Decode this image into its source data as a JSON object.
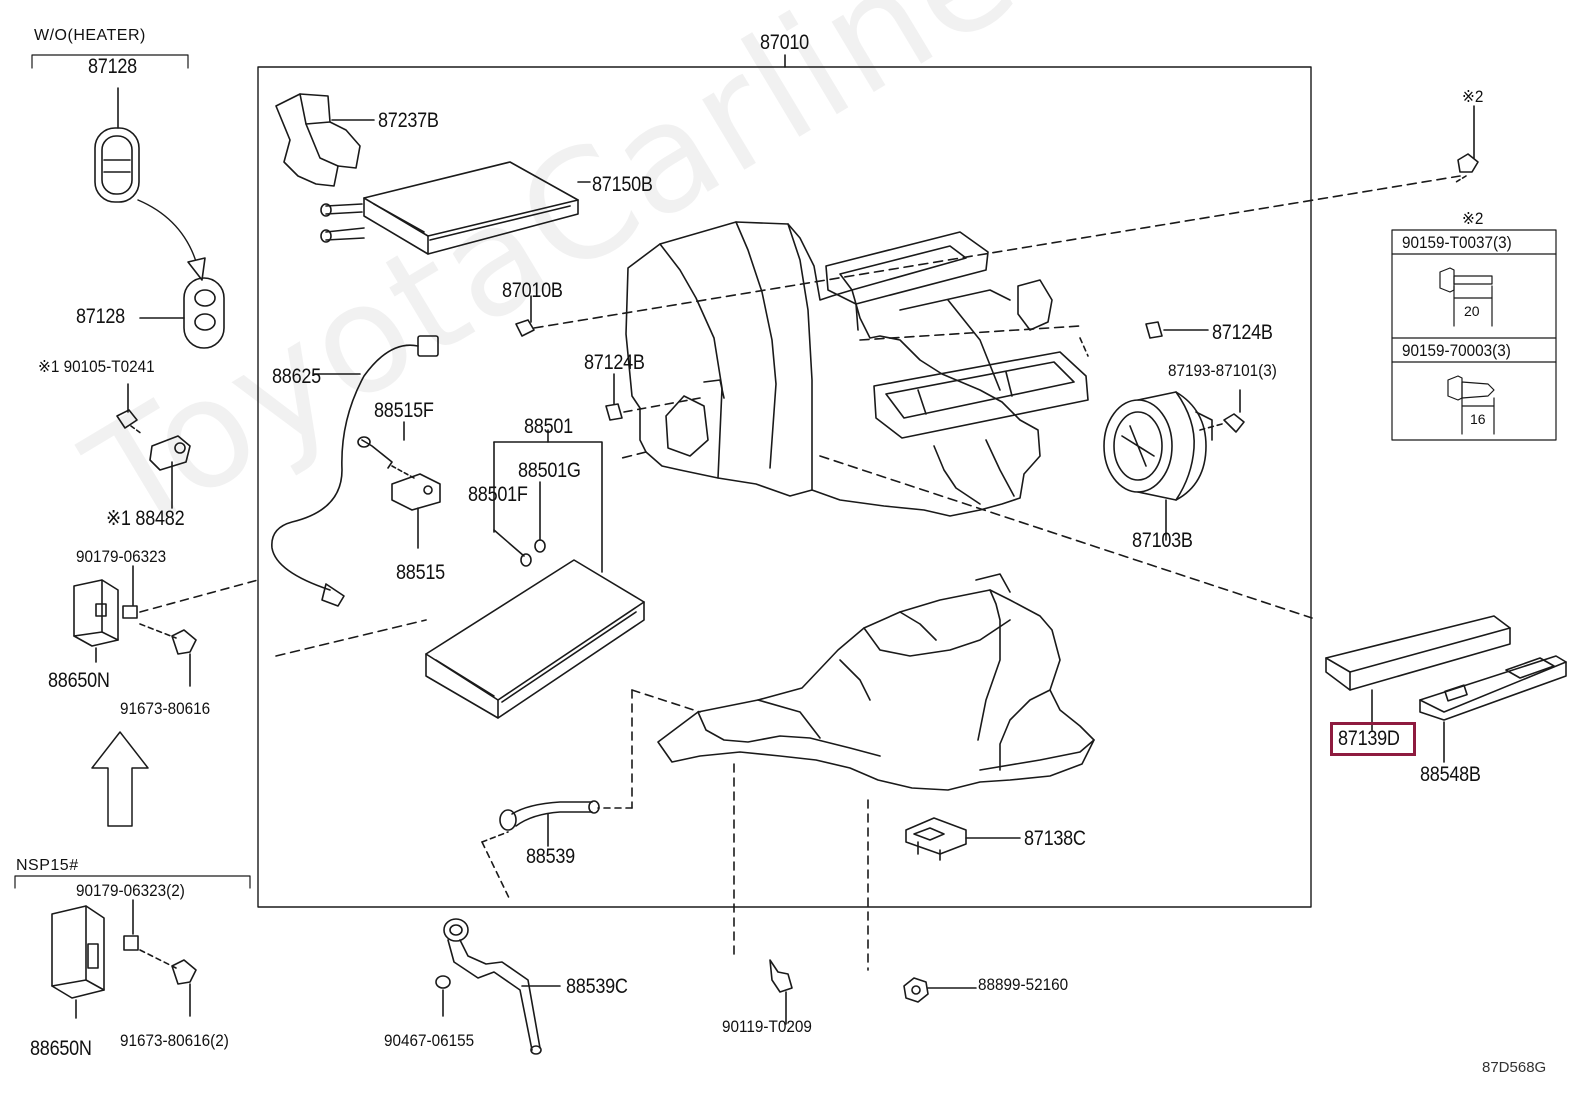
{
  "diagram_code": "87D568G",
  "watermark": "ToyotaCarline.ru",
  "groups": {
    "wo_heater": "W/O(HEATER)",
    "nsp15": "NSP15#",
    "assembly": "87010"
  },
  "labels": {
    "p87128_top": "87128",
    "p87128_mid": "87128",
    "p90105": "※1 90105-T0241",
    "p88482": "※1  88482",
    "p90179_a": "90179-06323",
    "p88650n_a": "88650N",
    "p91673_a": "91673-80616",
    "p90179_b": "90179-06323(2)",
    "p88650n_b": "88650N",
    "p91673_b": "91673-80616(2)",
    "p87237b": "87237B",
    "p87150b": "87150B",
    "p87010b": "87010B",
    "p88625": "88625",
    "p88515f": "88515F",
    "p88515": "88515",
    "p88501": "88501",
    "p88501g": "88501G",
    "p88501f": "88501F",
    "p87124b_a": "87124B",
    "p87124b_b": "87124B",
    "p87193": "87193-87101(3)",
    "p87103b": "87103B",
    "p88539": "88539",
    "p87138c": "87138C",
    "p88539c": "88539C",
    "p90467": "90467-06155",
    "p90119": "90119-T0209",
    "p88899": "88899-52160",
    "p87139d": "87139D",
    "p88548b": "88548B",
    "note_x2_a": "※2",
    "note_x2_b": "※2",
    "bolt1_code": "90159-T0037(3)",
    "bolt1_len": "20",
    "bolt2_code": "90159-70003(3)",
    "bolt2_len": "16"
  },
  "colors": {
    "line": "#1a1a1a",
    "highlight": "#8e1b3f"
  }
}
